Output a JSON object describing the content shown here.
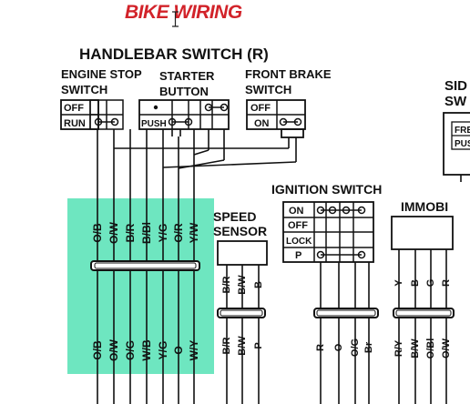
{
  "title": "BIKE WIRING",
  "labels": {
    "handlebar_switch": "HANDLEBAR SWITCH (R)",
    "engine_stop_1": "ENGINE STOP",
    "engine_stop_2": "SWITCH",
    "starter_1": "STARTER",
    "starter_2": "BUTTON",
    "front_brake_1": "FRONT BRAKE",
    "front_brake_2": "SWITCH",
    "side_1": "SID",
    "side_2": "SW",
    "speed_1": "SPEED",
    "speed_2": "SENSOR",
    "ignition": "IGNITION SWITCH",
    "immobi": "IMMOBI"
  },
  "engine_stop": {
    "off": "OFF",
    "run": "RUN"
  },
  "starter": {
    "push": "PUSH"
  },
  "front_brake": {
    "off": "OFF",
    "on": "ON"
  },
  "side_switch": {
    "r1": "FRE",
    "r2": "PUS"
  },
  "ignition_positions": [
    "ON",
    "OFF",
    "LOCK",
    "P"
  ],
  "wires": {
    "handlebar_top": [
      "O/B",
      "O/W",
      "B/R",
      "B/Bl",
      "Y/G",
      "O/R",
      "Y/W"
    ],
    "handlebar_bottom": [
      "O/B",
      "O/W",
      "O/G",
      "W/B",
      "Y/G",
      "O",
      "W/Y"
    ],
    "speed_top": [
      "B/R",
      "B/W",
      "B"
    ],
    "speed_bottom": [
      "B/R",
      "B/W",
      "P"
    ],
    "ignition_bottom": [
      "R",
      "O",
      "O/G",
      "Br"
    ],
    "immobi_top": [
      "Y",
      "B",
      "G",
      "R"
    ],
    "immobi_bottom": [
      "R/Y",
      "B/W",
      "O/Bl",
      "O/W"
    ]
  },
  "colors": {
    "highlight": "#6ee6c0",
    "title": "#d2232a",
    "ink": "#111111"
  }
}
